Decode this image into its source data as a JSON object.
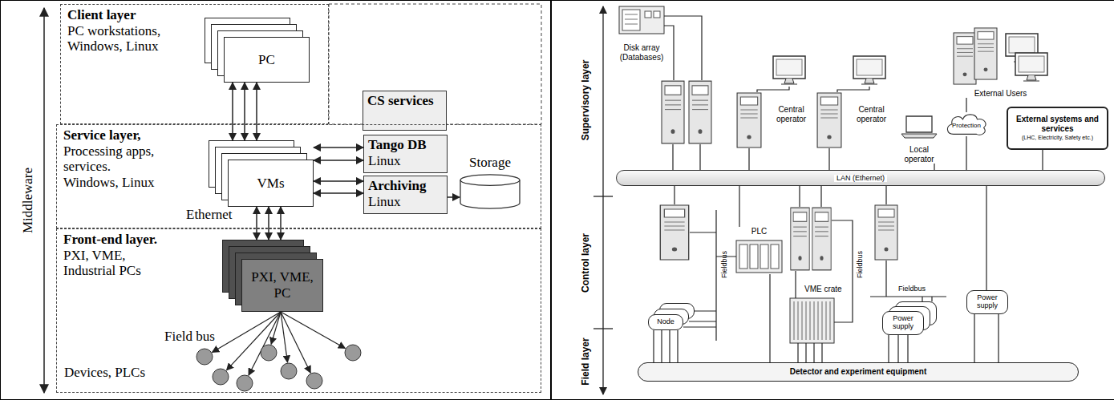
{
  "diagram": {
    "nodes": [
      {
        "text": [
          "Client layer",
          "PC workstations, Windows, Linux"
        ]
      },
      {
        "text": [
          "PC"
        ],
        "in": 0
      },
      {
        "text": [
          "CS services"
        ]
      },
      {
        "text": [
          "Service layer,",
          "Processing apps, services. Windows, Linux"
        ]
      },
      {
        "text": [
          "VMs"
        ],
        "in": 3
      },
      {
        "text": [
          "Tango DB",
          "Linux"
        ],
        "in": 3
      },
      {
        "text": [
          "Archiving",
          "Linux"
        ],
        "in": 3
      },
      {
        "text": [
          "Storage"
        ],
        "in": 3
      },
      {
        "text": [
          "Front-end layer.",
          "PXI, VME, Industrial PCs"
        ]
      },
      {
        "text": [
          "PXI, VME, PC"
        ],
        "in": 8
      },
      {
        "text": [
          "Disk array (Databases)"
        ]
      },
      {
        "text": [
          "Central operator"
        ]
      },
      {
        "text": [
          "Central operator"
        ]
      },
      {
        "text": [
          "External Users"
        ]
      },
      {
        "text": [
          "Protection"
        ]
      },
      {
        "text": [
          "Local operator"
        ]
      },
      {
        "text": [
          "External systems and services",
          "(LHC, Electricity, Safety etc.)"
        ]
      },
      {
        "text": [
          "LAN (Ethernet)"
        ]
      },
      {
        "text": [
          "PLC"
        ]
      },
      {
        "text": [
          "VME crate"
        ]
      },
      {
        "text": [
          "Node"
        ]
      },
      {
        "text": [
          "Power supply"
        ]
      },
      {
        "text": [
          "Power supply"
        ]
      },
      {
        "text": [
          "Detector and experiment equipment"
        ]
      }
    ],
    "edges": [
      {
        "from": 1,
        "to": 4,
        "arrow": "both"
      },
      {
        "from": 1,
        "to": 4,
        "arrow": "both"
      },
      {
        "from": 1,
        "to": 4,
        "arrow": "both"
      },
      {
        "from": 4,
        "to": 5,
        "arrow": "both"
      },
      {
        "from": 4,
        "to": 5,
        "arrow": "both"
      },
      {
        "from": 4,
        "to": 6,
        "arrow": "both"
      },
      {
        "from": 4,
        "to": 6,
        "arrow": "both"
      },
      {
        "from": 6,
        "to": 7,
        "arrow": "to"
      },
      {
        "from": 4,
        "to": 9,
        "arrow": "both"
      },
      {
        "from": 4,
        "to": 9,
        "arrow": "both"
      },
      {
        "from": 4,
        "to": 9,
        "arrow": "both"
      },
      {
        "from": 13,
        "to": 14,
        "arrow": "none"
      },
      {
        "from": 14,
        "to": 17,
        "arrow": "none"
      },
      {
        "from": 15,
        "to": 17,
        "arrow": "none"
      },
      {
        "from": 16,
        "to": 17,
        "arrow": "none"
      },
      {
        "from": 17,
        "to": 18,
        "arrow": "none"
      },
      {
        "from": 18,
        "to": 23,
        "arrow": "none"
      },
      {
        "from": 17,
        "to": 22,
        "arrow": "none"
      },
      {
        "from": 20,
        "to": 23,
        "arrow": "none"
      },
      {
        "from": 20,
        "to": 23,
        "arrow": "none"
      },
      {
        "from": 20,
        "to": 23,
        "arrow": "none"
      },
      {
        "from": 20,
        "to": 23,
        "arrow": "none"
      },
      {
        "from": 19,
        "to": 23,
        "arrow": "none"
      },
      {
        "from": 19,
        "to": 23,
        "arrow": "none"
      },
      {
        "from": 19,
        "to": 23,
        "arrow": "none"
      },
      {
        "from": 19,
        "to": 23,
        "arrow": "none"
      },
      {
        "from": 21,
        "to": 23,
        "arrow": "none"
      },
      {
        "from": 21,
        "to": 23,
        "arrow": "none"
      },
      {
        "from": 21,
        "to": 23,
        "arrow": "none"
      },
      {
        "from": 22,
        "to": 23,
        "arrow": "none"
      },
      {
        "from": 22,
        "to": 23,
        "arrow": "none"
      }
    ],
    "labels": [
      "Middleware",
      "Ethernet",
      "Field bus",
      "Devices, PLCs",
      "Supervisory layer",
      "Control layer",
      "Field layer",
      "Fieldbus",
      "Fieldbus",
      "Fieldbus"
    ]
  }
}
